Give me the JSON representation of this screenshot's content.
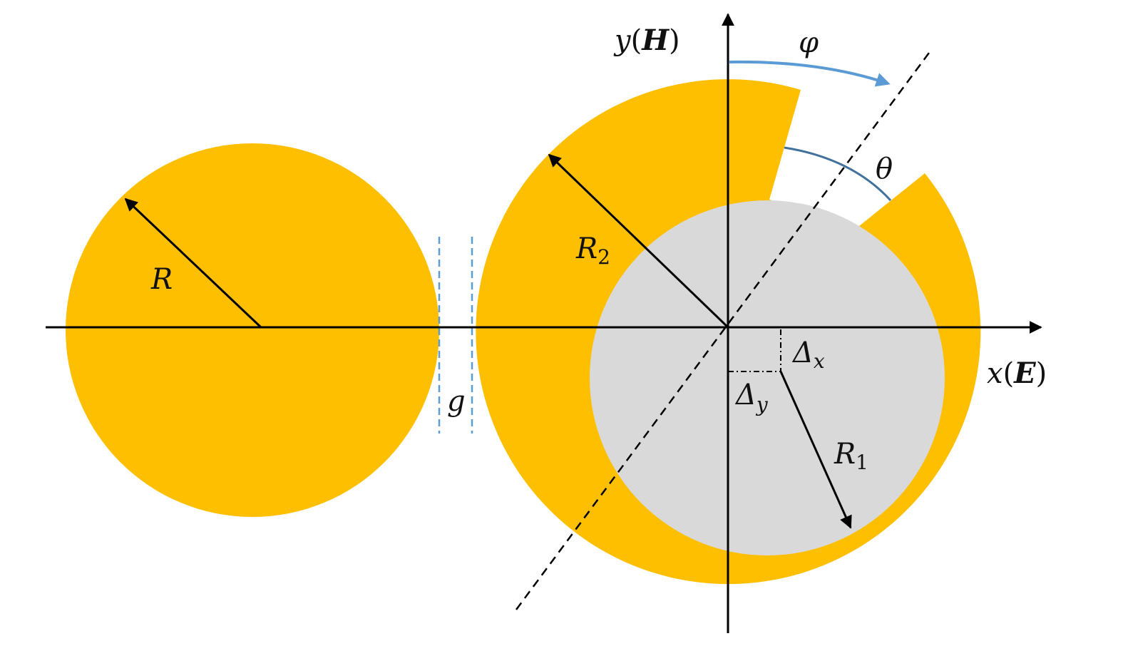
{
  "colors": {
    "metal": "#FDBF00",
    "core": "#D9D9D9",
    "axis": "#000000",
    "gap_line": "#5B9BD5",
    "phi_arrow": "#5B9BD5",
    "theta_arc": "#41719C"
  },
  "labels": {
    "R": "R",
    "R2_main": "R",
    "R2_sub": "2",
    "R1_main": "R",
    "R1_sub": "1",
    "g": "g",
    "theta": "θ",
    "phi": "φ",
    "dx_main": "Δ",
    "dx_sub": "x",
    "dy_main": "Δ",
    "dy_sub": "y",
    "y_axis_var": "y",
    "y_axis_open": "(",
    "y_axis_field": "H",
    "y_axis_close": ")",
    "x_axis_var": "x",
    "x_axis_open": "(",
    "x_axis_field": "E",
    "x_axis_close": ")"
  }
}
